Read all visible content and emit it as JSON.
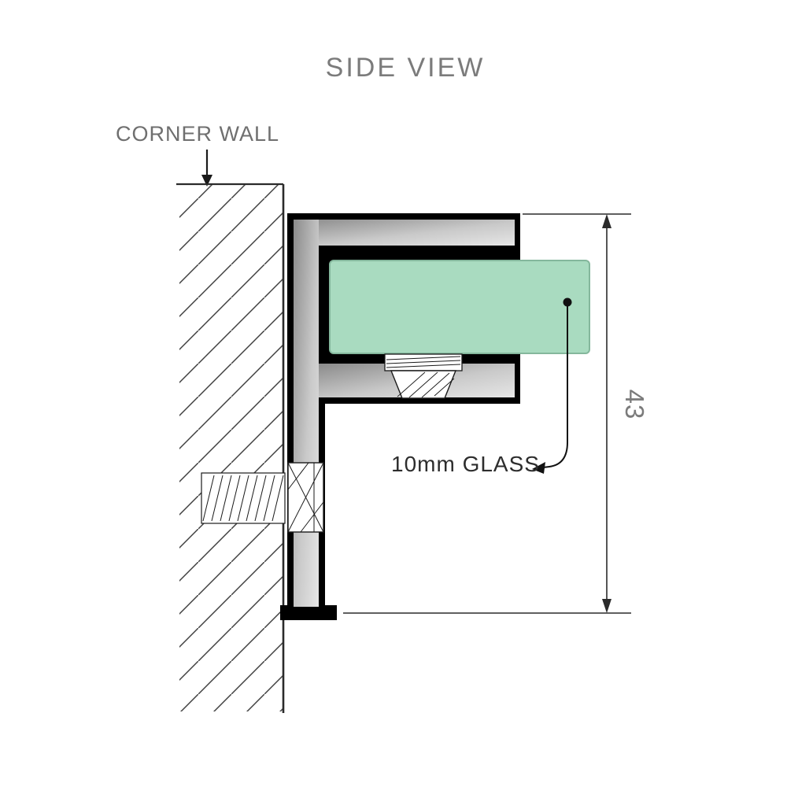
{
  "title": "SIDE VIEW",
  "labels": {
    "corner_wall": "CORNER WALL",
    "glass": "10mm GLASS",
    "dimension_height": "43"
  },
  "colors": {
    "glass_fill": "#a9dbc0",
    "glass_stroke": "#84b79c",
    "metal_dark": "#8a8a8a",
    "metal_light": "#e6e6e6",
    "outline": "#000000",
    "label_gray": "#7b7b7b",
    "label_dark": "#2d2d2d"
  }
}
